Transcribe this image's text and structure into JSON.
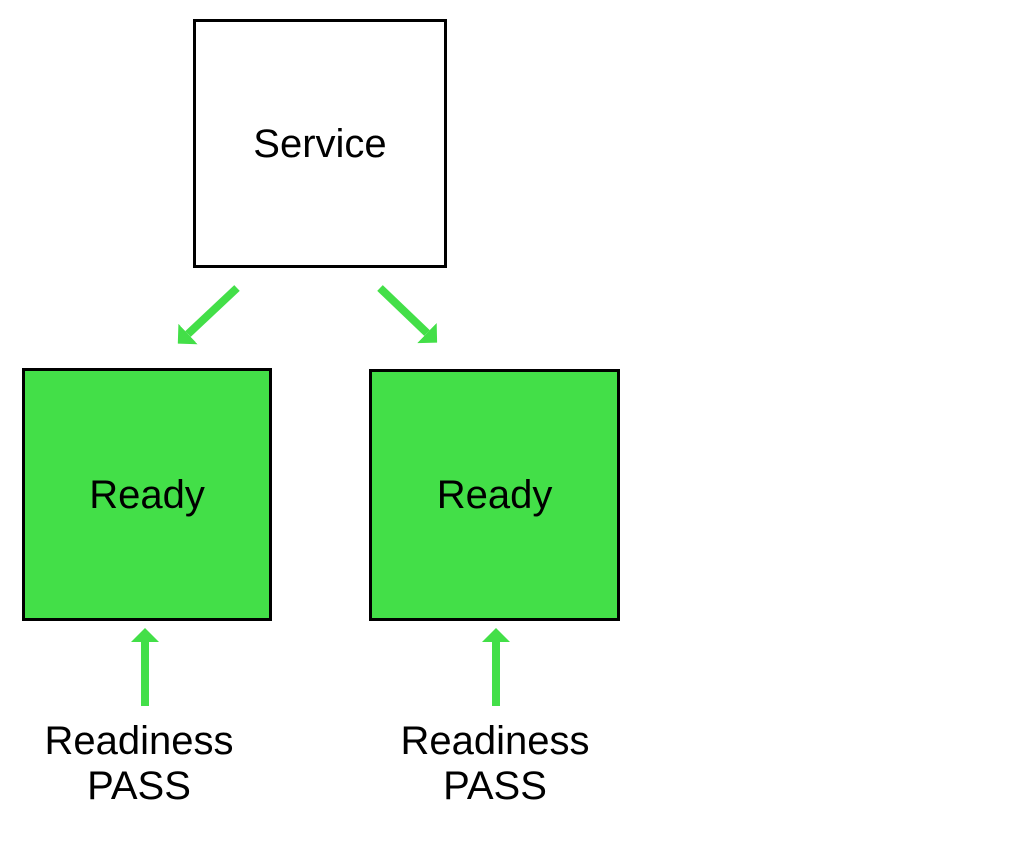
{
  "diagram": {
    "service_node": {
      "label": "Service"
    },
    "pods": [
      {
        "label": "Ready",
        "caption": [
          "Readiness",
          "PASS"
        ]
      },
      {
        "label": "Ready",
        "caption": [
          "Readiness",
          "PASS"
        ]
      }
    ],
    "icons": [
      {
        "name": "arrow-down-left-icon",
        "meaning": "traffic routed from Service to left pod"
      },
      {
        "name": "arrow-down-right-icon",
        "meaning": "traffic routed from Service to right pod"
      },
      {
        "name": "arrow-up-icon",
        "meaning": "readiness probe result into left pod"
      },
      {
        "name": "arrow-up-icon",
        "meaning": "readiness probe result into right pod"
      }
    ]
  },
  "colors": {
    "ready_fill": "#43DF48",
    "arrow": "#43DF48",
    "node_border": "#000000",
    "text": "#000000",
    "background": "#FFFFFF",
    "service_fill": "#FFFFFF"
  }
}
